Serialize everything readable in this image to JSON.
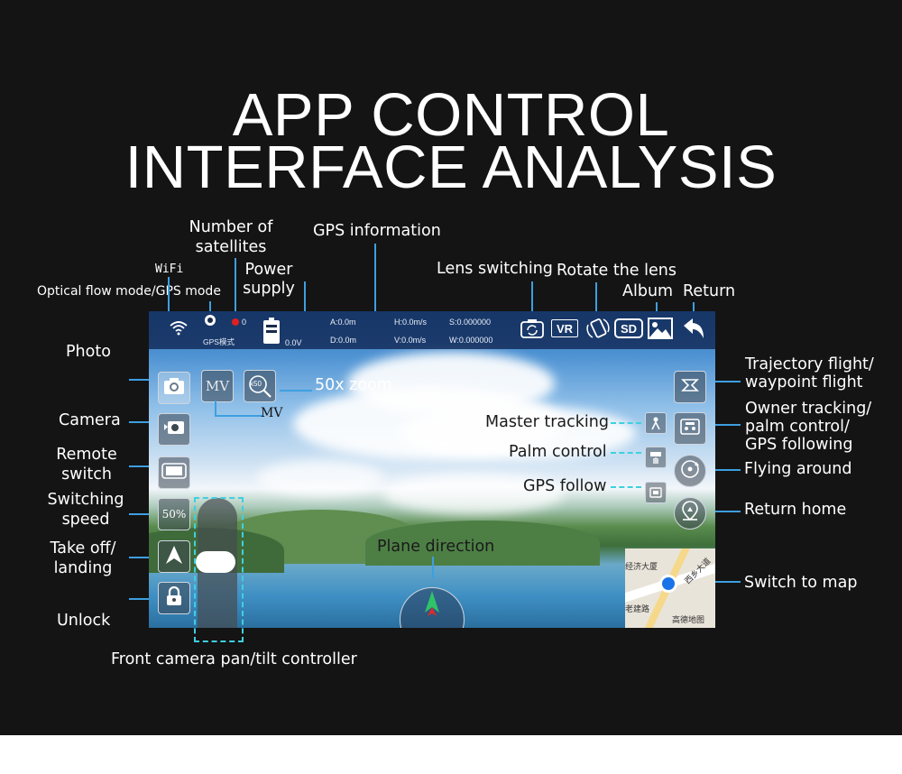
{
  "title": {
    "line1": "APP CONTROL",
    "line2": "INTERFACE ANALYSIS"
  },
  "callouts": {
    "wifi": "WiFi",
    "optical_flow": "Optical flow mode/GPS mode",
    "satellites_1": "Number of",
    "satellites_2": "satellites",
    "power_1": "Power",
    "power_2": "supply",
    "gps_info": "GPS information",
    "lens_switching": "Lens switching",
    "rotate_lens": "Rotate the lens",
    "album": "Album",
    "return": "Return",
    "photo": "Photo",
    "camera": "Camera",
    "remote_1": "Remote",
    "remote_2": "switch",
    "speed_1": "Switching",
    "speed_2": "speed",
    "takeoff_1": "Take off/",
    "takeoff_2": "landing",
    "unlock": "Unlock",
    "zoom": "50x zoom",
    "mv": "MV",
    "master_tracking": "Master tracking",
    "palm_control": "Palm control",
    "gps_follow": "GPS follow",
    "trajectory_1": "Trajectory flight/",
    "trajectory_2": "waypoint flight",
    "owner_1": "Owner tracking/",
    "owner_2": "palm control/",
    "owner_3": "GPS following",
    "flying_around": "Flying around",
    "return_home": "Return home",
    "switch_map": "Switch to map",
    "plane_direction": "Plane direction",
    "pan_tilt": "Front camera pan/tilt controller"
  },
  "screen": {
    "sat_count": "0",
    "mode_label": "GPS模式",
    "voltage": "0.0V",
    "a_val": "A:0.0m",
    "d_val": "D:0.0m",
    "h_val": "H:0.0m/s",
    "v_val": "V:0.0m/s",
    "s_val": "S:0.000000",
    "w_val": "W:0.000000",
    "vr_label": "VR",
    "sd_label": "SD",
    "mv_button": "MV",
    "zoom_button": "x50",
    "speed_button": "50%",
    "map_text_1": "经济大厦",
    "map_text_2": "西乡大道",
    "map_text_3": "高德地图",
    "map_text_4": "老建路"
  },
  "icons": [
    "wifi-icon",
    "satellite-icon",
    "battery-icon",
    "camera-icon",
    "video-icon",
    "rotate-icon",
    "album-icon",
    "return-arrow-icon",
    "lock-icon",
    "takeoff-icon",
    "home-icon",
    "orbit-icon",
    "waypoint-icon",
    "location-dot-icon"
  ],
  "colors": {
    "accent_line": "#3d9fe0",
    "dash": "#3fd0e0",
    "background": "#141414"
  }
}
